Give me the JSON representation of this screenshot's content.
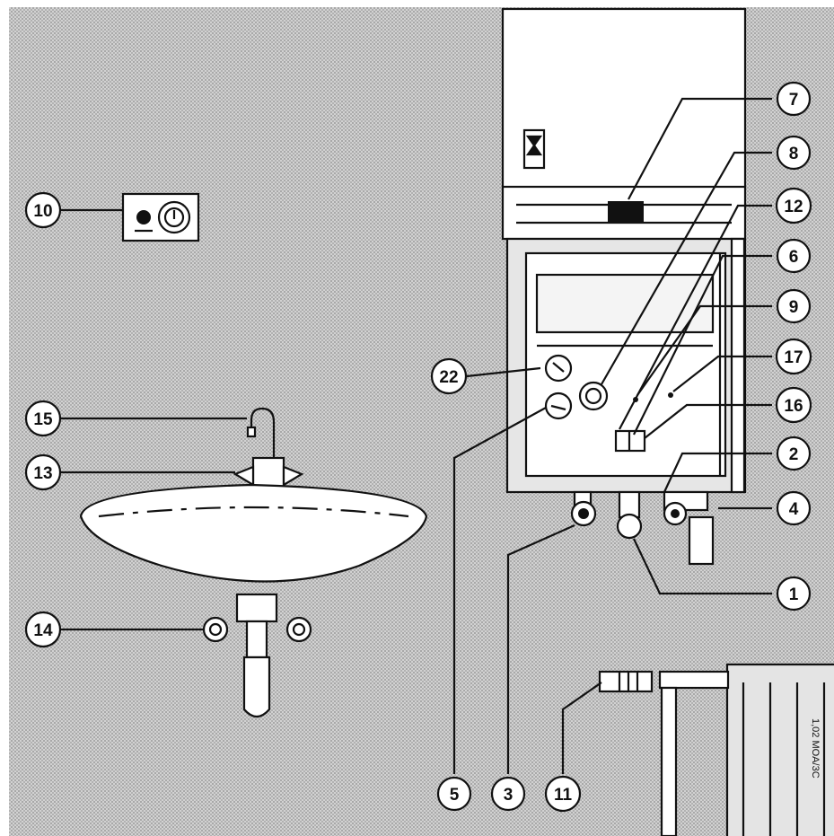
{
  "callouts": [
    {
      "id": "1",
      "text": "1"
    },
    {
      "id": "2",
      "text": "2"
    },
    {
      "id": "3",
      "text": "3"
    },
    {
      "id": "4",
      "text": "4"
    },
    {
      "id": "5",
      "text": "5"
    },
    {
      "id": "6",
      "text": "6"
    },
    {
      "id": "7",
      "text": "7"
    },
    {
      "id": "8",
      "text": "8"
    },
    {
      "id": "9",
      "text": "9"
    },
    {
      "id": "10",
      "text": "10"
    },
    {
      "id": "11",
      "text": "11"
    },
    {
      "id": "12",
      "text": "12"
    },
    {
      "id": "13",
      "text": "13"
    },
    {
      "id": "14",
      "text": "14"
    },
    {
      "id": "15",
      "text": "15"
    },
    {
      "id": "16",
      "text": "16"
    },
    {
      "id": "17",
      "text": "17"
    },
    {
      "id": "22",
      "text": "22"
    }
  ],
  "radiator": {
    "marking": "1,02 MOA/3C"
  },
  "colors": {
    "ink": "#111111",
    "paper": "#ffffff",
    "wall": "#c9c9c9"
  }
}
